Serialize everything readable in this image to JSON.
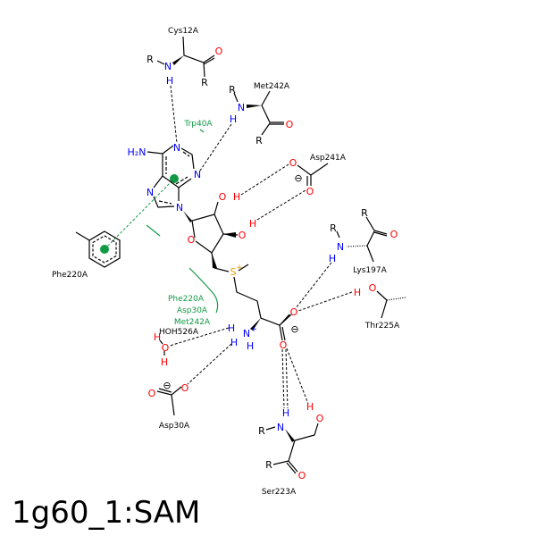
{
  "title": "1g60_1:SAM",
  "residues": {
    "cys12a": "Cys12A",
    "met242a": "Met242A",
    "trp40a": "Trp40A",
    "asp241a": "Asp241A",
    "phe220a": "Phe220A",
    "lys197a": "Lys197A",
    "thr225a": "Thr225A",
    "hoh526a": "HOH526A",
    "asp30a": "Asp30A",
    "ser223a": "Ser223A"
  },
  "hydrophobic_labels": [
    "Phe220A",
    "Asp30A",
    "Met242A"
  ],
  "atoms": {
    "R": "R",
    "N": "N",
    "H": "H",
    "O": "O",
    "S": "S",
    "H2N": "H₂N",
    "plus": "+",
    "minus": "⊖"
  },
  "colors": {
    "nitrogen": "#0000ff",
    "oxygen": "#ff0000",
    "sulfur": "#e6a000",
    "hydrophobic": "#119944"
  }
}
